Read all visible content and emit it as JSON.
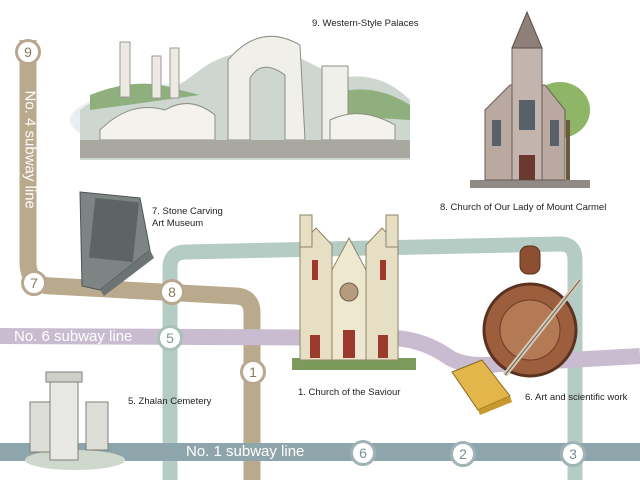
{
  "lines": {
    "line1": {
      "label": "No. 1 subway line",
      "color": "#8ea6ab"
    },
    "line4": {
      "label": "No. 4 subway line",
      "color": "#b9aa8e"
    },
    "line6": {
      "label": "No. 6 subway line",
      "color": "#c9bcd0"
    },
    "line_teal": {
      "color": "#b5ccc4"
    }
  },
  "stations": {
    "s9": "9",
    "s7": "7",
    "s8": "8",
    "s5": "5",
    "s1": "1",
    "s6": "6",
    "s2": "2",
    "s3": "3"
  },
  "landmarks": {
    "western_palaces": "9. Western-Style Palaces",
    "stone_carving": "7. Stone Carving\nArt Museum",
    "mount_carmel": "8. Church of Our Lady of Mount Carmel",
    "zhalan": "5. Zhalan Cemetery",
    "saviour": "1. Church of the Saviour",
    "art_scientific": "6. Art and scientific work"
  }
}
